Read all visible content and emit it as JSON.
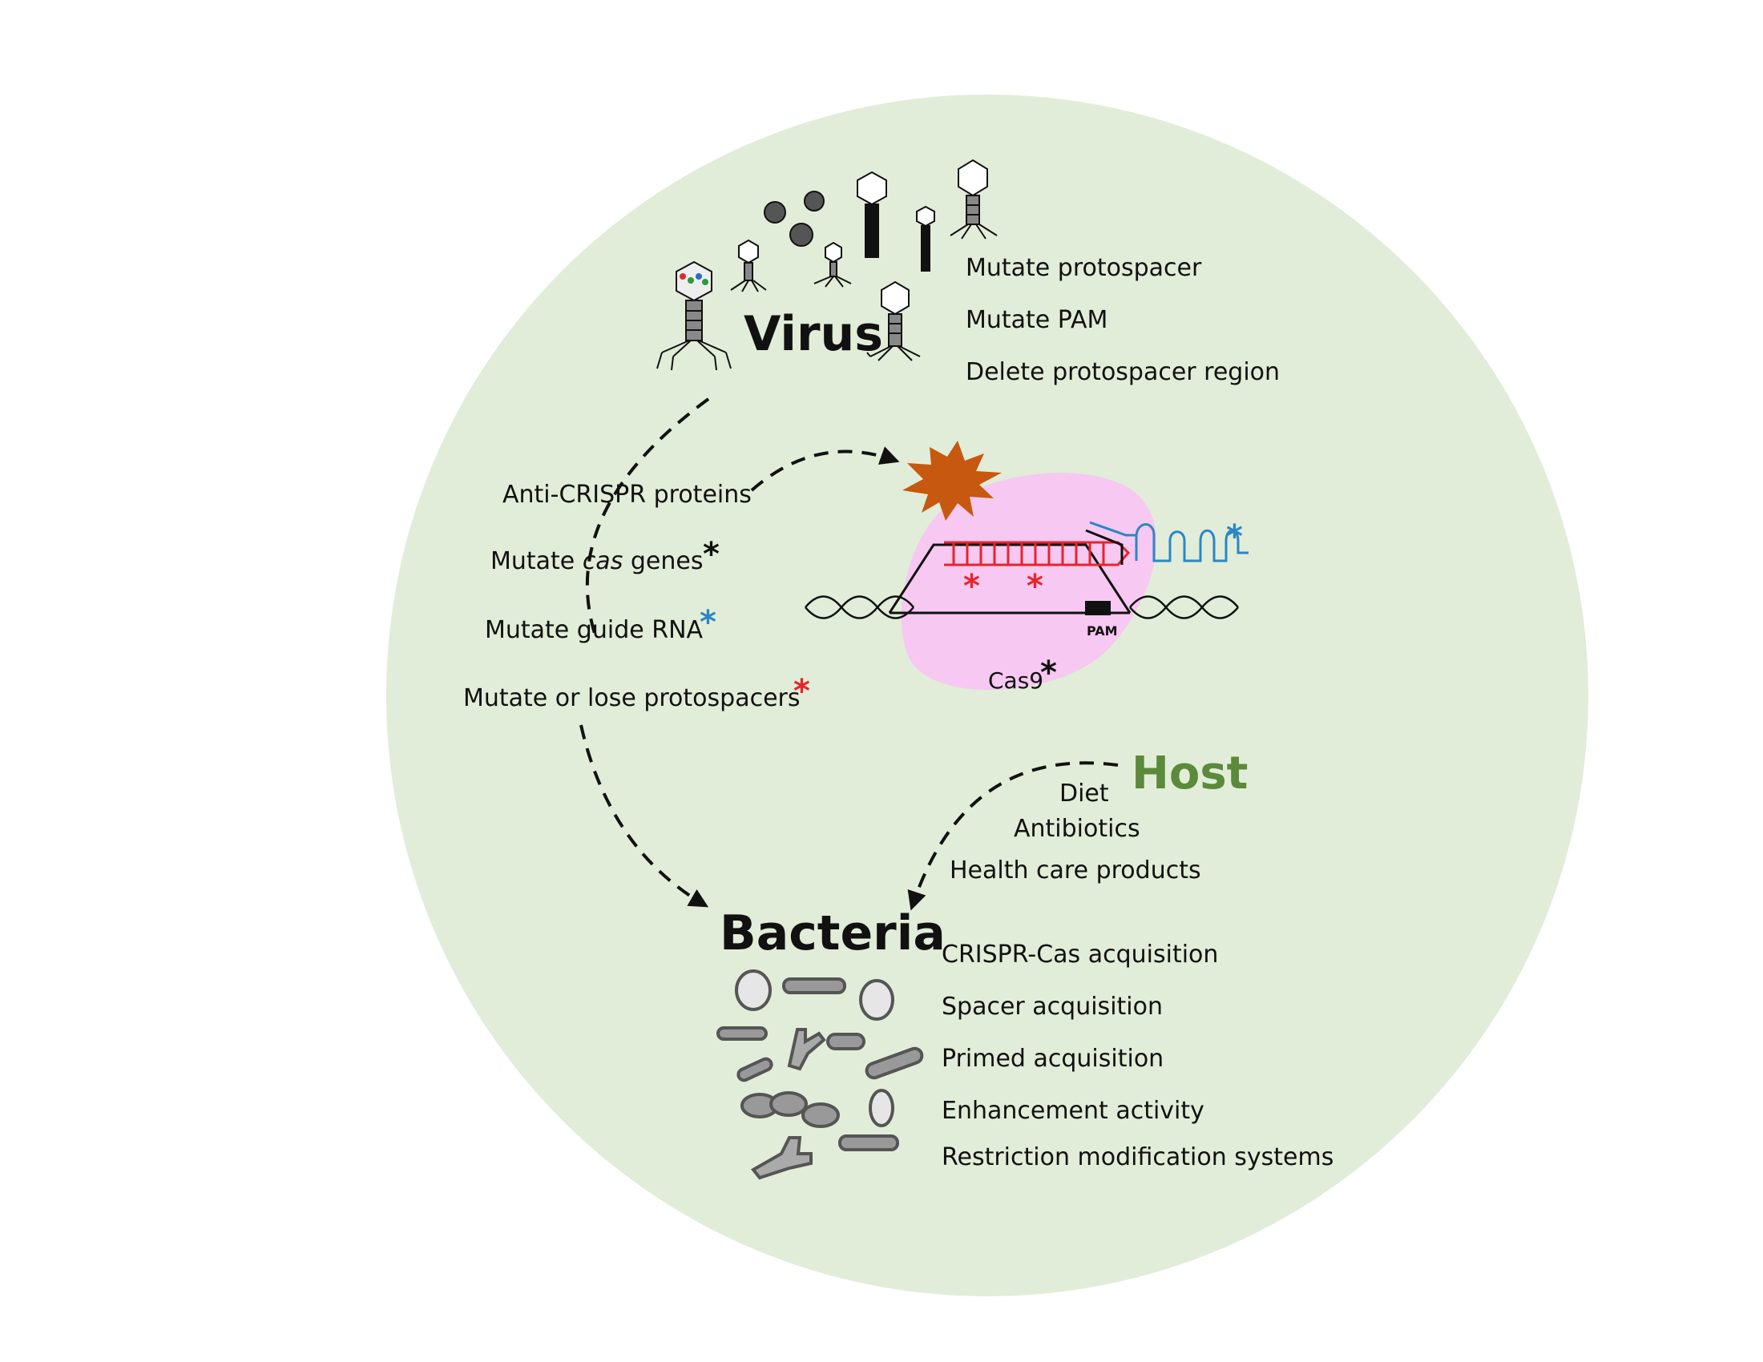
{
  "colors": {
    "background_circle": "#e1edd8",
    "cas9_blob": "#f7c8f2",
    "starburst": "#c7580f",
    "protospacer_strand": "#e8242b",
    "guide_rna": "#2b86c5",
    "host_label": "#5b8a3a",
    "asterisk_black": "#111111",
    "asterisk_blue": "#2b86c5",
    "asterisk_red": "#e8242b"
  },
  "virus": {
    "title": "Virus",
    "items": [
      "Mutate protospacer",
      "Mutate PAM",
      "Delete protospacer region"
    ]
  },
  "bacteria_counter": {
    "anti_crispr": "Anti-CRISPR proteins",
    "mutate_cas_prefix": "Mutate ",
    "mutate_cas_italic": "cas",
    "mutate_cas_suffix": " genes",
    "mutate_guide": "Mutate guide RNA",
    "mutate_protospacers": "Mutate or lose protospacers",
    "asterisk": "*"
  },
  "complex": {
    "pam_label": "PAM",
    "cas9_label": "Cas9"
  },
  "host": {
    "title": "Host",
    "items": [
      "Diet",
      "Antibiotics",
      "Health care products"
    ]
  },
  "bacteria": {
    "title": "Bacteria",
    "items": [
      "CRISPR-Cas acquisition",
      "Spacer acquisition",
      "Primed acquisition",
      "Enhancement activity",
      "Restriction modification systems"
    ]
  }
}
